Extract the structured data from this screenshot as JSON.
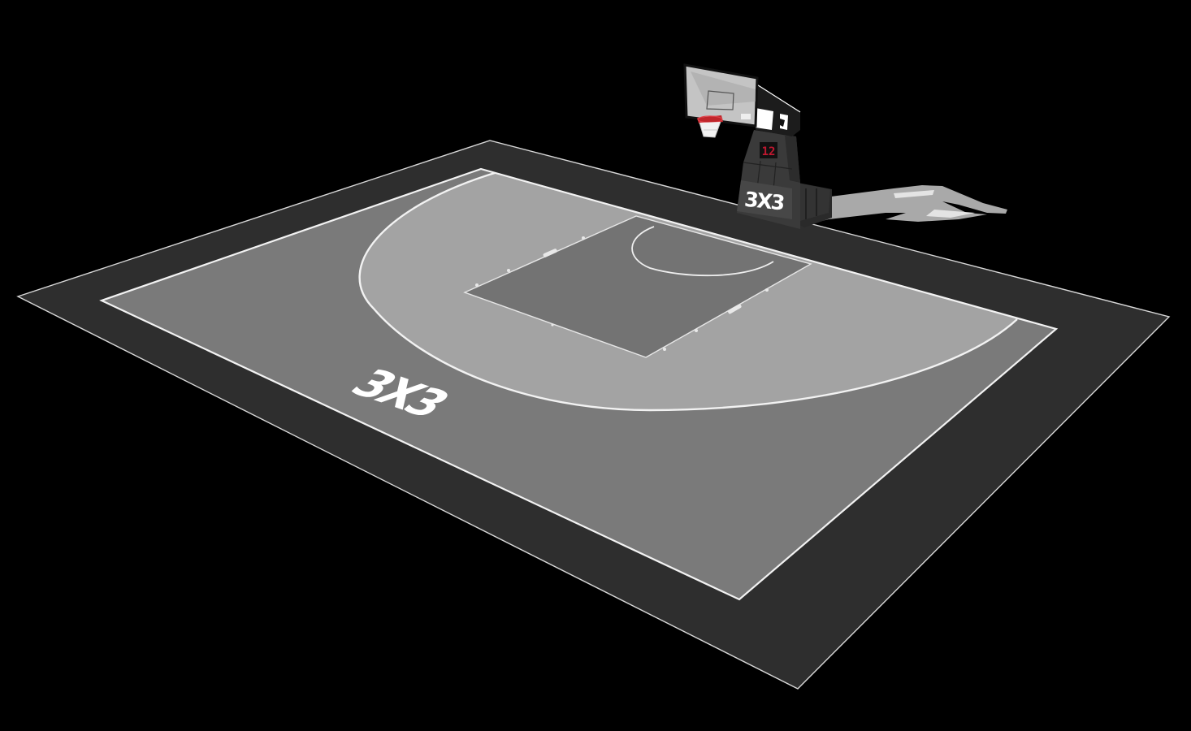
{
  "scene": {
    "subject": "3x3 basketball half court (isometric render)",
    "background_color": "#000000"
  },
  "court": {
    "outer_border_color": "#2e2e2e",
    "outer_edge_highlight": "#e8e8e8",
    "playing_area_color": "#7a7a7a",
    "arc_zone_color": "#a3a3a3",
    "key_color": "#747474",
    "line_color": "#f2f2f2",
    "floor_logo": "3X3",
    "floor_logo_color": "#ffffff"
  },
  "hoop": {
    "backboard_color": "#c4c4c4",
    "rim_color": "#c0262b",
    "stanchion_color": "#3a3a3a",
    "stanchion_logo": "3X3",
    "shot_clock_value": "12",
    "shot_clock_color": "#c01830",
    "shadow_color": "#a8a8a8"
  }
}
